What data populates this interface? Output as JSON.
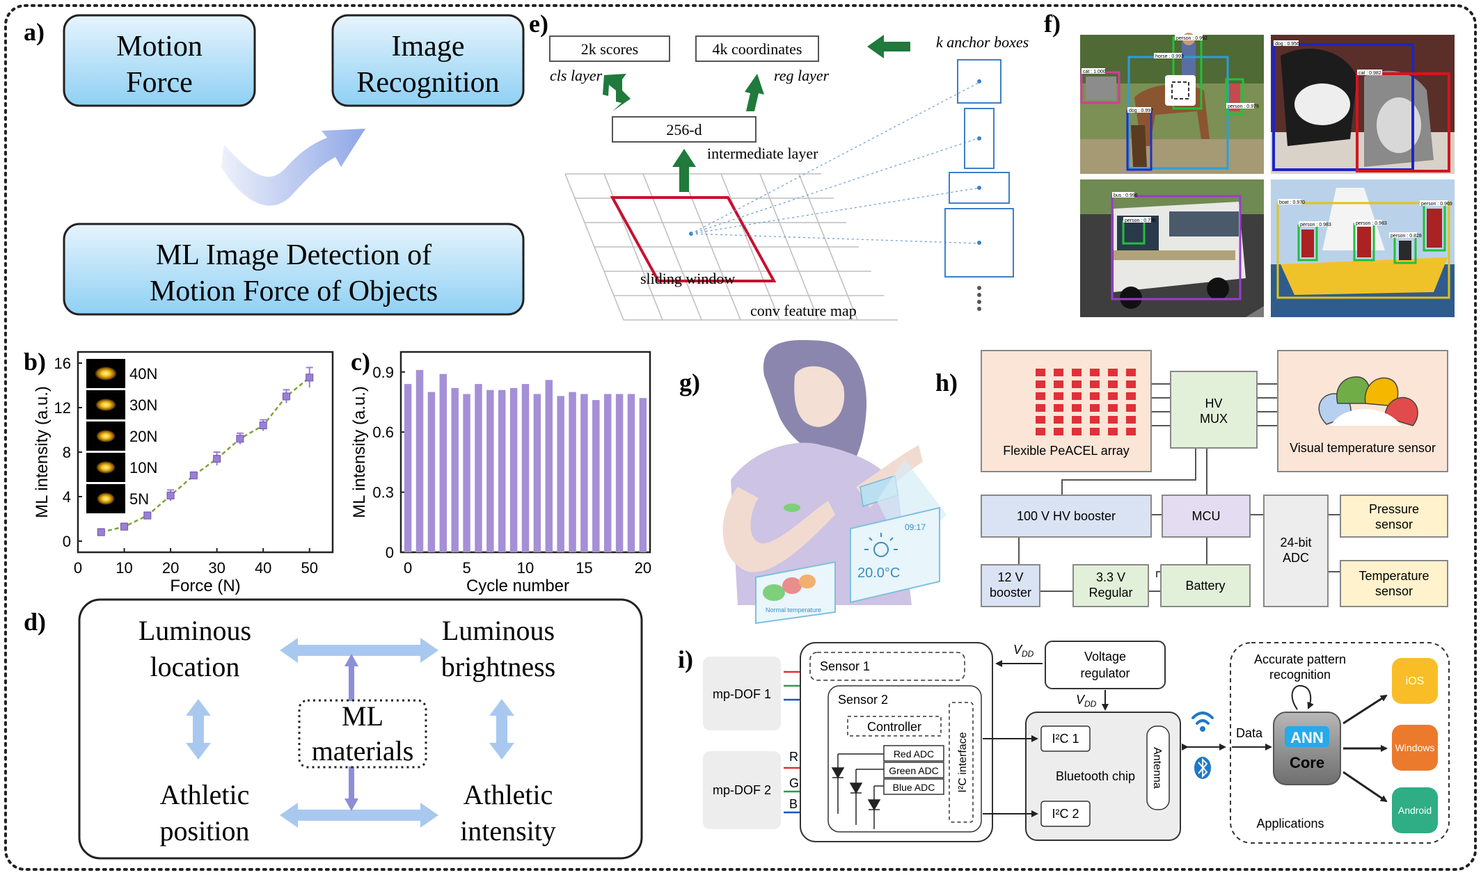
{
  "panel_labels": [
    "a)",
    "b)",
    "c)",
    "d)",
    "e)",
    "f)",
    "g)",
    "h)",
    "i)"
  ],
  "panel_a": {
    "box1": [
      "Motion",
      "Force"
    ],
    "box2": [
      "Image",
      "Recognition"
    ],
    "box3": [
      "ML Image Detection of",
      "Motion Force of Objects"
    ]
  },
  "chart_b": {
    "type": "line",
    "x": [
      5,
      10,
      15,
      20,
      25,
      30,
      35,
      40,
      45,
      50
    ],
    "y": [
      0.8,
      1.3,
      2.3,
      4.1,
      5.9,
      7.4,
      9.2,
      10.4,
      13.0,
      14.7
    ],
    "errors": [
      0.3,
      0.3,
      0.3,
      0.5,
      0.3,
      0.6,
      0.5,
      0.5,
      0.6,
      0.9
    ],
    "xlabel": "Force (N)",
    "ylabel": "ML intensity (a.u.)",
    "xticks": [
      "0",
      "10",
      "20",
      "30",
      "40",
      "50"
    ],
    "yticks": [
      "0",
      "4",
      "8",
      "12",
      "16"
    ],
    "xlim": [
      0,
      55
    ],
    "ylim": [
      -1,
      17
    ],
    "inset_labels": [
      "40N",
      "30N",
      "20N",
      "10N",
      "5N"
    ],
    "color": "#9b7fd4"
  },
  "chart_c": {
    "type": "bar",
    "x": [
      0,
      1,
      2,
      3,
      4,
      5,
      6,
      7,
      8,
      9,
      10,
      11,
      12,
      13,
      14,
      15,
      16,
      17,
      18,
      19,
      20
    ],
    "values": [
      0.84,
      0.91,
      0.8,
      0.89,
      0.82,
      0.79,
      0.84,
      0.81,
      0.81,
      0.82,
      0.84,
      0.79,
      0.86,
      0.78,
      0.8,
      0.79,
      0.76,
      0.79,
      0.79,
      0.79,
      0.77
    ],
    "xlabel": "Cycle number",
    "ylabel": "ML intensity (a.u.)",
    "xticks": [
      "0",
      "5",
      "10",
      "15",
      "20"
    ],
    "yticks": [
      "0",
      "0.3",
      "0.6",
      "0.9"
    ],
    "ylim": [
      0,
      1.0
    ],
    "color": "#a58fd6"
  },
  "panel_d": {
    "top_left": [
      "Luminous",
      "location"
    ],
    "top_right": [
      "Luminous",
      "brightness"
    ],
    "bottom_left": [
      "Athletic",
      "position"
    ],
    "bottom_right": [
      "Athletic",
      "intensity"
    ],
    "center": [
      "ML",
      "materials"
    ]
  },
  "panel_e": {
    "scores": "2k scores",
    "coords": "4k coordinates",
    "cls": "cls layer",
    "reg": "reg layer",
    "d256": "256-d",
    "intermediate": "intermediate layer",
    "anchor": "k anchor boxes",
    "sliding": "sliding window",
    "conv": "conv feature map"
  },
  "panel_f": {
    "tags": [
      "cat : 1.000",
      "horse : 0.993",
      "person : 0.992",
      "dog : 0.997",
      "person : 0.979",
      "dog : 0.956",
      "cat : 0.982",
      "bus : 0.996",
      "person : 0.736",
      "boat : 0.970",
      "person : 0.983",
      "person : 0.983",
      "person : 0.828",
      "person : 0.969"
    ]
  },
  "panel_h": {
    "array": "Flexible PeACEL array",
    "mux": [
      "HV",
      "MUX"
    ],
    "visual": "Visual temperature sensor",
    "booster100": "100 V HV booster",
    "mcu": "MCU",
    "adc": [
      "24-bit",
      "ADC"
    ],
    "pressure": [
      "Pressure",
      "sensor"
    ],
    "booster12": [
      "12 V",
      "booster"
    ],
    "reg": [
      "3.3 V",
      "Regular"
    ],
    "battery": "Battery",
    "temperature": [
      "Temperature",
      "sensor"
    ]
  },
  "panel_i": {
    "mp1": "mp-DOF 1",
    "mp2": "mp-DOF 2",
    "sensor1": "Sensor 1",
    "sensor2": "Sensor 2",
    "controller": "Controller",
    "red_adc": "Red ADC",
    "green_adc": "Green ADC",
    "blue_adc": "Blue ADC",
    "i2c_iface": "I²C interface",
    "vdd": "V",
    "vdd_sub": "DD",
    "voltage_reg": [
      "Voltage",
      "regulator"
    ],
    "i2c1": "I²C 1",
    "i2c2": "I²C 2",
    "bt_chip": "Bluetooth chip",
    "antenna": "Antenna",
    "data": "Data",
    "accurate": [
      "Accurate pattern",
      "recognition"
    ],
    "ann": "ANN",
    "core": "Core",
    "ios": "iOS",
    "windows": "Windows",
    "android": "Android",
    "applications": "Applications",
    "r": "R",
    "g": "G",
    "b": "B"
  },
  "panel_g": {
    "display_temp": "20.0°C",
    "display_time": "09:17",
    "card_text": "Normal temperature"
  },
  "colors": {
    "box_grad_top": "#e6f4fd",
    "box_grad_bottom": "#8fd0f4",
    "arrow_green": "#1f7a3c",
    "anchor_blue": "#3d7fc9",
    "window_red": "#c8102e",
    "peach": "#fbe5d6",
    "green_box": "#e2f0d9",
    "blue_box": "#dae3f3",
    "purple_box": "#e4dcf0",
    "yellow_box": "#fff2cc",
    "grey_box": "#ededed"
  }
}
